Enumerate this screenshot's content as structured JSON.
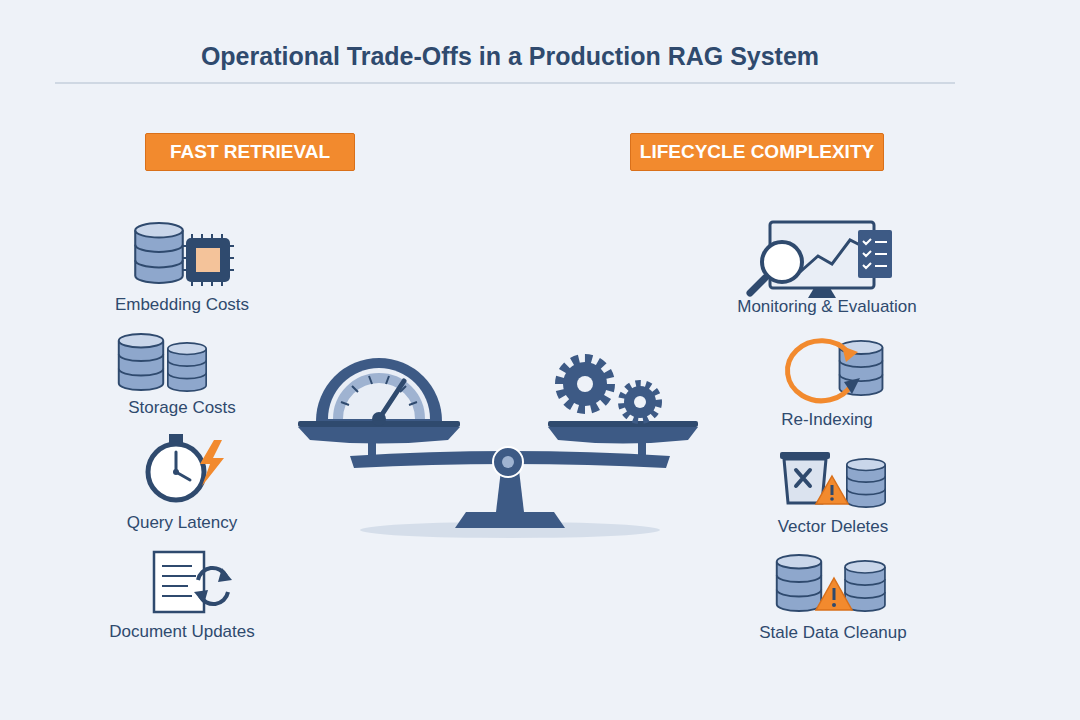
{
  "diagram": {
    "title": "Operational Trade-Offs in a Production RAG System",
    "nodes": [
      {
        "text": [
          "FAST RETRIEVAL"
        ]
      },
      {
        "text": [
          "LIFECYCLE COMPLEXITY"
        ]
      }
    ],
    "labels": [
      "Embedding Costs",
      "Storage Costs",
      "Query Latency",
      "Document Updates",
      "Monitoring & Evaluation",
      "Re-Indexing",
      "Vector Deletes",
      "Stale Data Cleanup"
    ]
  }
}
